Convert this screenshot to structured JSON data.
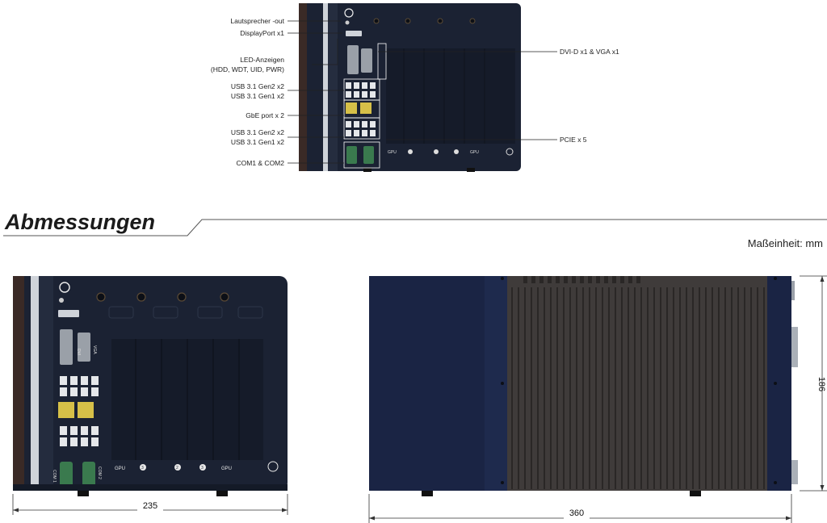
{
  "callouts": {
    "audio_out": "Lautsprecher -out",
    "displayport": "DisplayPort x1",
    "led_line1": "LED-Anzeigen",
    "led_line2": "(HDD, WDT, UID, PWR)",
    "usb_top_1": "USB 3.1 Gen2 x2",
    "usb_top_2": "USB 3.1 Gen1 x2",
    "gbe": "GbE port x 2",
    "usb_bottom_1": "USB 3.1 Gen2 x2",
    "usb_bottom_2": "USB 3.1 Gen1 x2",
    "com": "COM1 & COM2",
    "dvi_vga": "DVI-D x1 & VGA x1",
    "pcie": "PCIE x 5"
  },
  "section": {
    "title": "Abmessungen",
    "unit_label": "Maßeinheit: mm"
  },
  "dimensions": {
    "front_width": "235",
    "side_width": "360",
    "height": "186"
  },
  "panel_labels": {
    "gpu": "GPU",
    "dvi": "DVI",
    "vga": "VGA",
    "com1": "COM 1",
    "com2": "COM 2",
    "slot_3a": "3",
    "slot_2": "2",
    "slot_3b": "3"
  },
  "colors": {
    "chassis": "#1b2233",
    "chassis_dark": "#10151f",
    "heatsink": "#3f3b3a",
    "side_panel": "#1a2444",
    "com_green": "#3a7a4e",
    "gbe_yellow": "#d6c048"
  }
}
